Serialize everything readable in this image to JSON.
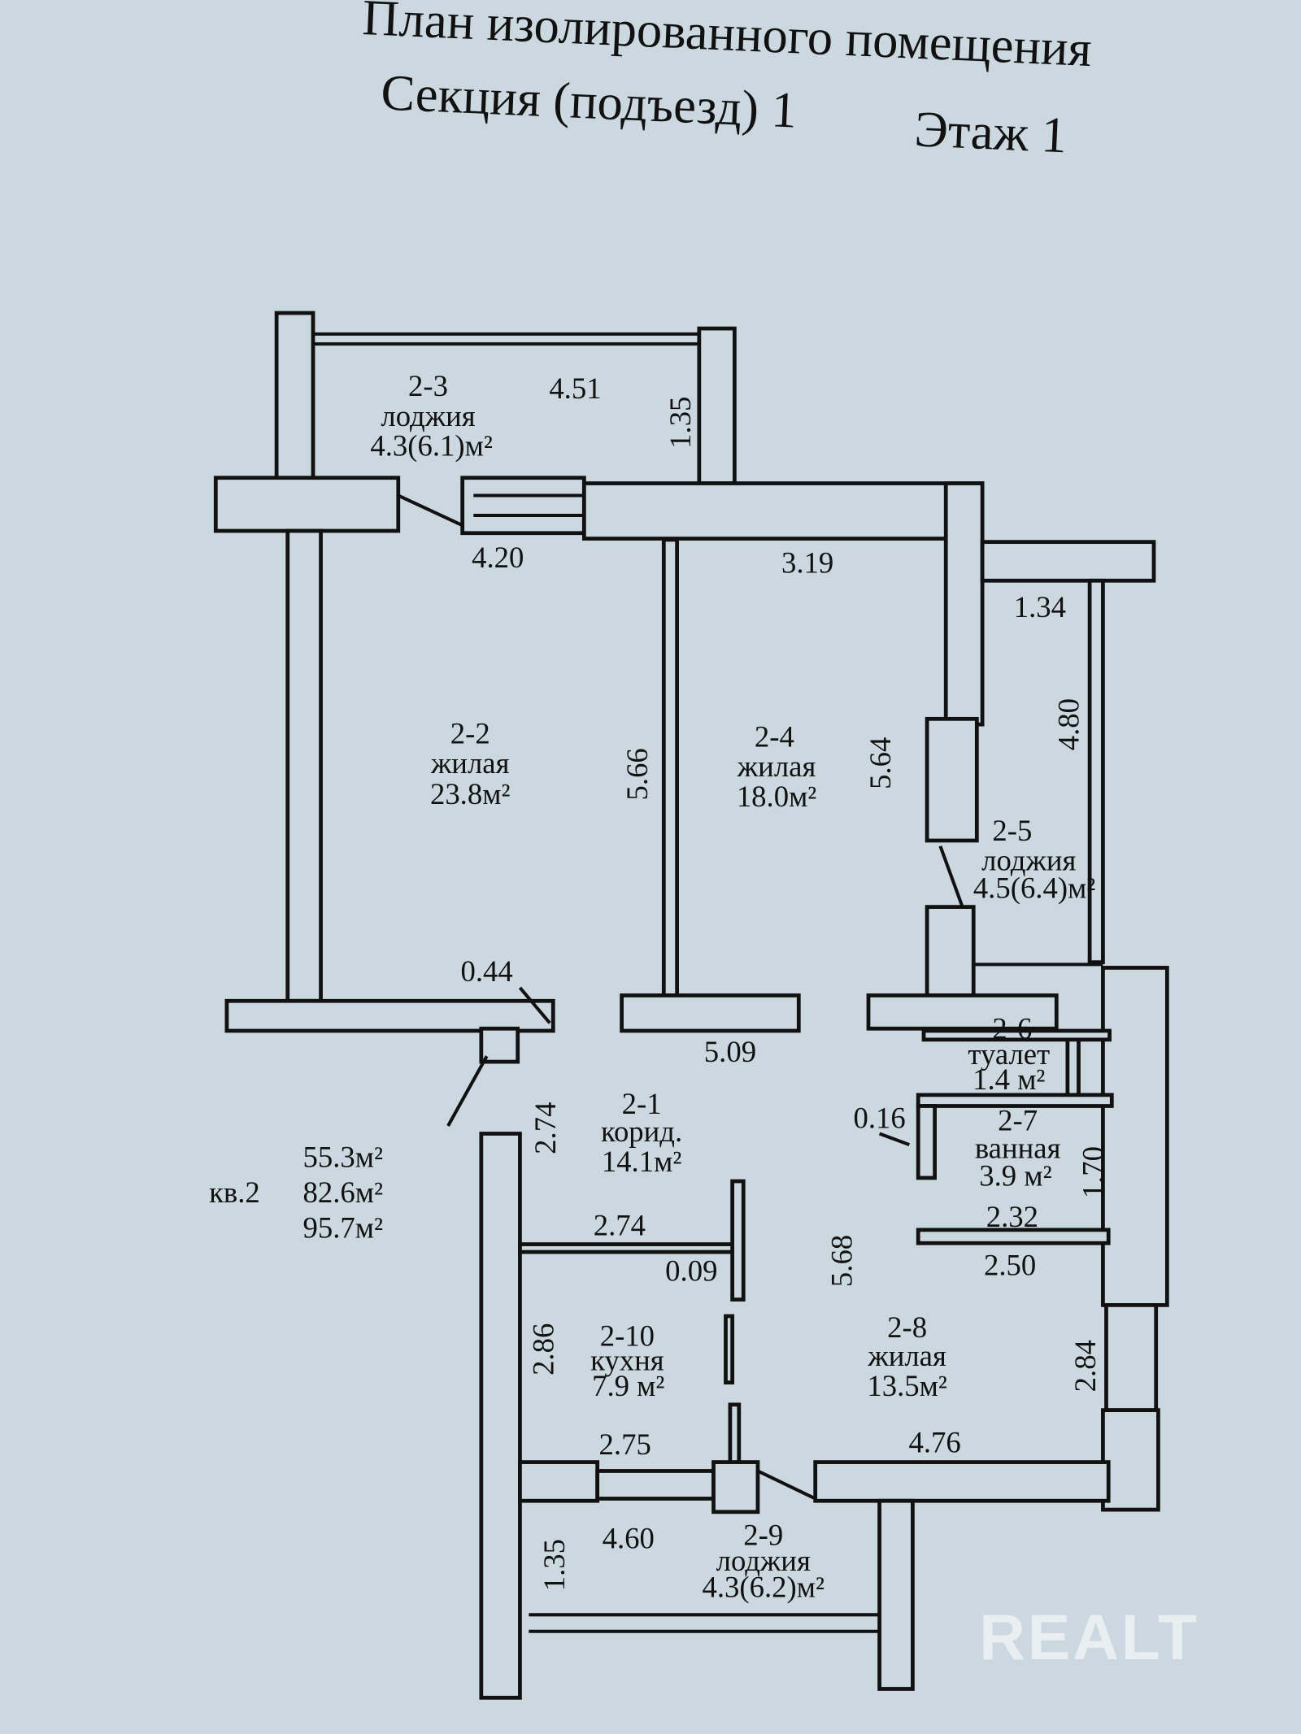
{
  "header": {
    "title": "План изолированного помещения",
    "section": "Секция (подъезд) 1",
    "floor": "Этаж 1"
  },
  "rooms": [
    {
      "id": "2-3",
      "type": "лоджия",
      "area": "4.3(6.1)м²"
    },
    {
      "id": "2-2",
      "type": "жилая",
      "area": "23.8м²"
    },
    {
      "id": "2-4",
      "type": "жилая",
      "area": "18.0м²"
    },
    {
      "id": "2-5",
      "type": "лоджия",
      "area": "4.5(6.4)м²"
    },
    {
      "id": "2-6",
      "type": "туалет",
      "area": "1.4 м²"
    },
    {
      "id": "2-7",
      "type": "ванная",
      "area": "3.9 м²"
    },
    {
      "id": "2-1",
      "type": "корид.",
      "area": "14.1м²"
    },
    {
      "id": "2-10",
      "type": "кухня",
      "area": "7.9 м²"
    },
    {
      "id": "2-8",
      "type": "жилая",
      "area": "13.5м²"
    },
    {
      "id": "2-9",
      "type": "лоджия",
      "area": "4.3(6.2)м²"
    }
  ],
  "dimensions": [
    "4.51",
    "1.35",
    "4.20",
    "3.19",
    "1.34",
    "4.80",
    "5.66",
    "5.64",
    "0.44",
    "5.09",
    "2.74",
    "0.16",
    "1.70",
    "2.74",
    "2.32",
    "0.09",
    "5.68",
    "2.50",
    "2.86",
    "2.84",
    "2.75",
    "4.76",
    "4.60",
    "1.35"
  ],
  "apartment": {
    "label": "кв.2",
    "areas": [
      "55.3м²",
      "82.6м²",
      "95.7м²"
    ]
  },
  "watermark": "REALT"
}
